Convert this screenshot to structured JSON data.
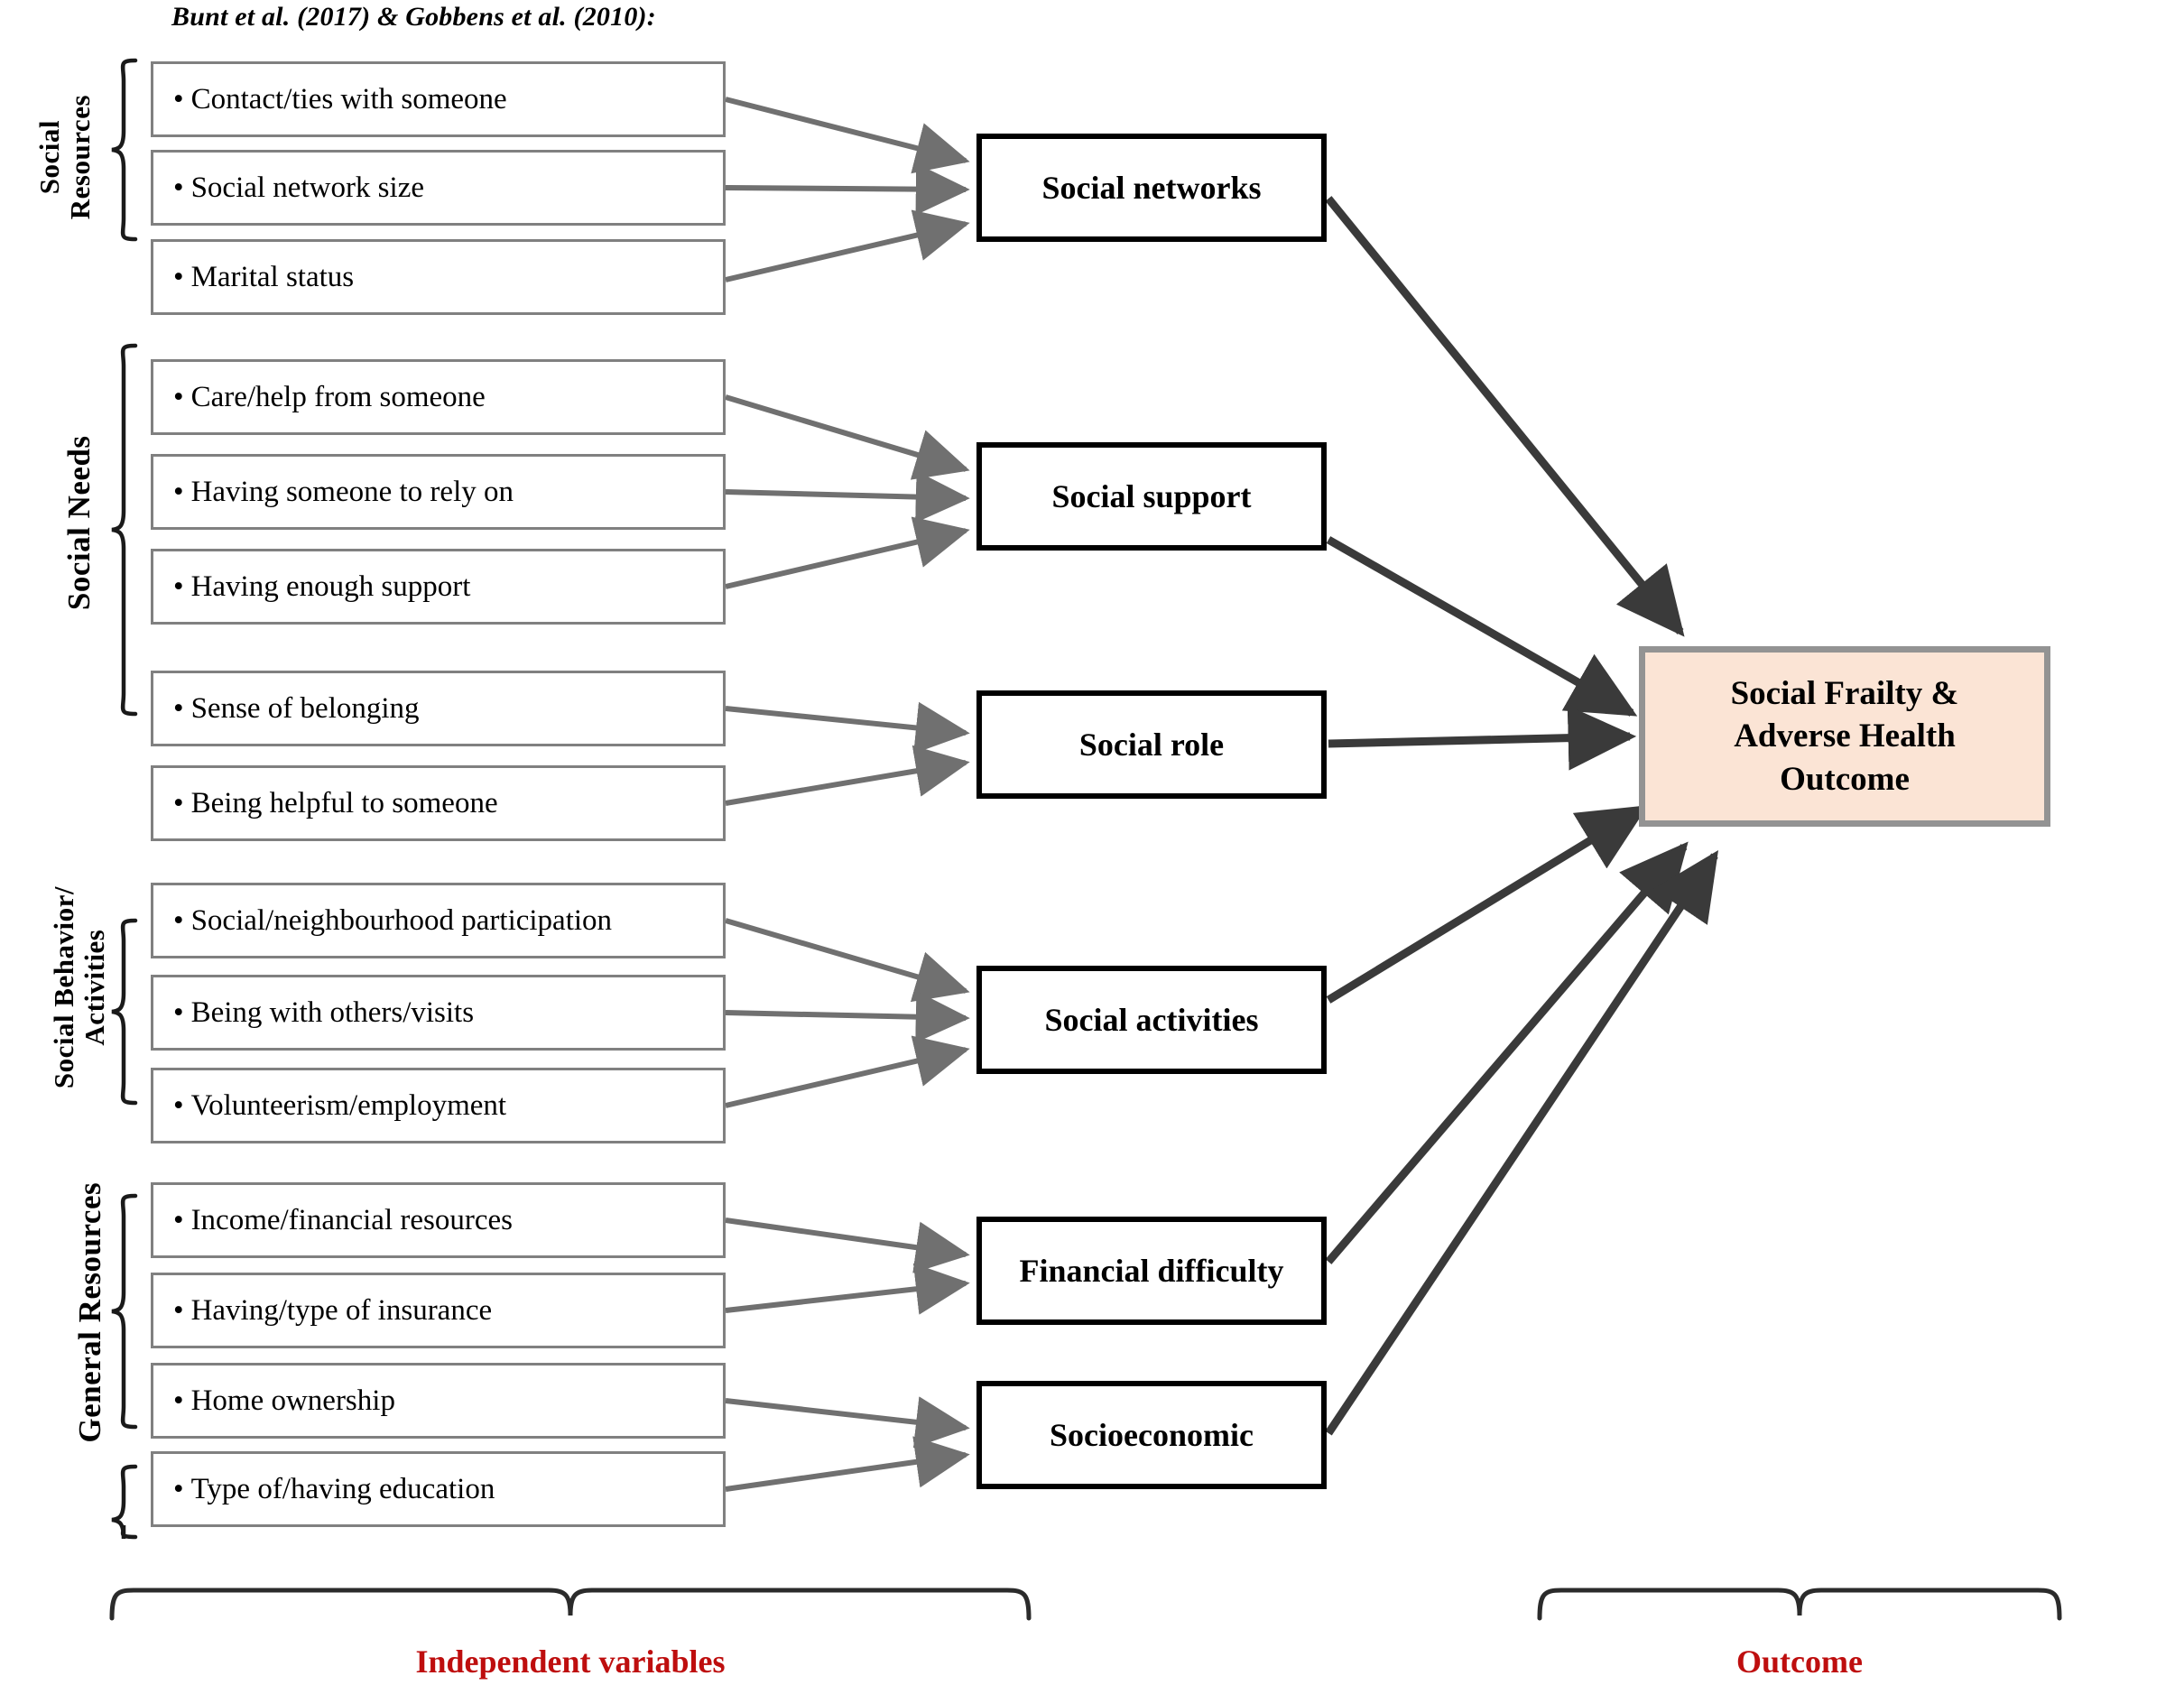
{
  "figure": {
    "source_note": "Bunt et al. (2017) & Gobbens et al. (2010):",
    "accent_red": "#BE0E0E",
    "outcome_fill": "#FBE4D5",
    "outcome_border": "#939393",
    "item_border": "#808080",
    "mid_border": "#000000",
    "arrow_light": "#707070",
    "arrow_dark": "#3A3A3A"
  },
  "categories": [
    {
      "id": "social-resources",
      "label": "Social\nResources"
    },
    {
      "id": "social-needs",
      "label": "Social Needs"
    },
    {
      "id": "social-behavior",
      "label": "Social Behavior/\nActivities"
    },
    {
      "id": "general-resources",
      "label": "General Resources"
    }
  ],
  "items": [
    {
      "id": "contact-ties",
      "text": "Contact/ties with someone"
    },
    {
      "id": "social-network-size",
      "text": "Social network size"
    },
    {
      "id": "marital-status",
      "text": "Marital status"
    },
    {
      "id": "care-help",
      "text": "Care/help from someone"
    },
    {
      "id": "someone-to-rely-on",
      "text": "Having someone to rely on"
    },
    {
      "id": "enough-support",
      "text": "Having enough support"
    },
    {
      "id": "sense-of-belonging",
      "text": "Sense of belonging"
    },
    {
      "id": "being-helpful",
      "text": "Being helpful to someone"
    },
    {
      "id": "neighbourhood-part",
      "text": "Social/neighbourhood participation"
    },
    {
      "id": "being-with-others",
      "text": "Being with others/visits"
    },
    {
      "id": "volunteerism",
      "text": "Volunteerism/employment"
    },
    {
      "id": "income-financial",
      "text": "Income/financial resources"
    },
    {
      "id": "insurance",
      "text": "Having/type of insurance"
    },
    {
      "id": "home-ownership",
      "text": "Home ownership"
    },
    {
      "id": "education",
      "text": "Type of/having education"
    }
  ],
  "constructs": [
    {
      "id": "social-networks",
      "label": "Social networks"
    },
    {
      "id": "social-support",
      "label": "Social support"
    },
    {
      "id": "social-role",
      "label": "Social role"
    },
    {
      "id": "social-activities",
      "label": "Social activities"
    },
    {
      "id": "financial-difficulty",
      "label": "Financial difficulty"
    },
    {
      "id": "socioeconomic",
      "label": "Socioeconomic"
    }
  ],
  "outcome": {
    "id": "social-frailty-outcome",
    "label": "Social Frailty &\nAdverse Health\nOutcome"
  },
  "bottom_labels": [
    {
      "id": "independent-variables",
      "label": "Independent variables"
    },
    {
      "id": "outcome",
      "label": "Outcome"
    }
  ],
  "bullet": "•"
}
